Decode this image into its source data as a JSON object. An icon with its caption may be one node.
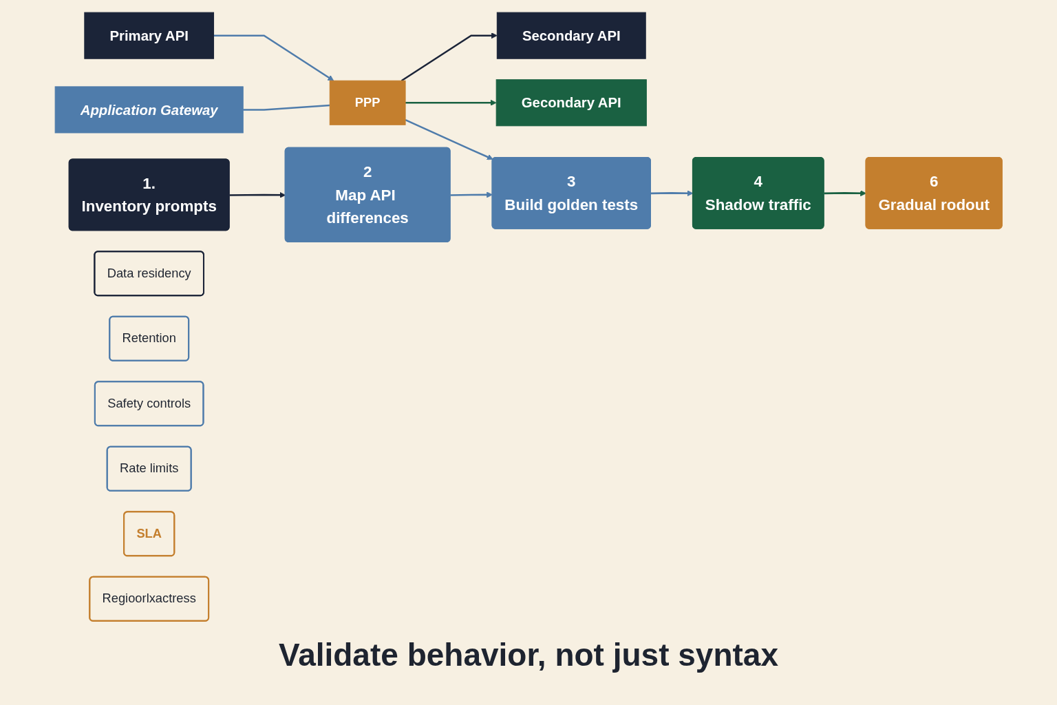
{
  "diagram": {
    "caption": "Validate behavior, not just syntax",
    "nodes": [
      {
        "text": [
          "Primary API"
        ]
      },
      {
        "text": [
          "Secondary API"
        ]
      },
      {
        "text": [
          "PPP"
        ]
      },
      {
        "text": [
          "Application Gateway"
        ]
      },
      {
        "text": [
          "Gecondary API"
        ]
      },
      {
        "text": [
          "1.",
          "Inventory prompts"
        ]
      },
      {
        "text": [
          "2",
          "Map API differences"
        ]
      },
      {
        "text": [
          "3",
          "Build golden tests"
        ]
      },
      {
        "text": [
          "4",
          "Shadow traffic"
        ]
      },
      {
        "text": [
          "6",
          "Gradual rodout"
        ]
      },
      {
        "text": [
          "Data residency"
        ]
      },
      {
        "text": [
          "Retention"
        ]
      },
      {
        "text": [
          "Safety controls"
        ]
      },
      {
        "text": [
          "Rate limits"
        ]
      },
      {
        "text": [
          "SLA"
        ]
      },
      {
        "text": [
          "Regioorlxactress"
        ]
      }
    ],
    "edges": [
      {
        "from": 0,
        "to": 2,
        "arrow": "to"
      },
      {
        "from": 3,
        "to": 2,
        "arrow": "none"
      },
      {
        "from": 2,
        "to": 1,
        "arrow": "to",
        "color": "#1b2438"
      },
      {
        "from": 2,
        "to": 4,
        "arrow": "to",
        "color": "#1a6142"
      },
      {
        "from": 2,
        "to": 7,
        "arrow": "to"
      },
      {
        "from": 5,
        "to": 6,
        "arrow": "to",
        "color": "#1b2438"
      },
      {
        "from": 6,
        "to": 7,
        "arrow": "to"
      },
      {
        "from": 7,
        "to": 8,
        "arrow": "to"
      },
      {
        "from": 8,
        "to": 9,
        "arrow": "to",
        "color": "#1a6142"
      }
    ]
  }
}
